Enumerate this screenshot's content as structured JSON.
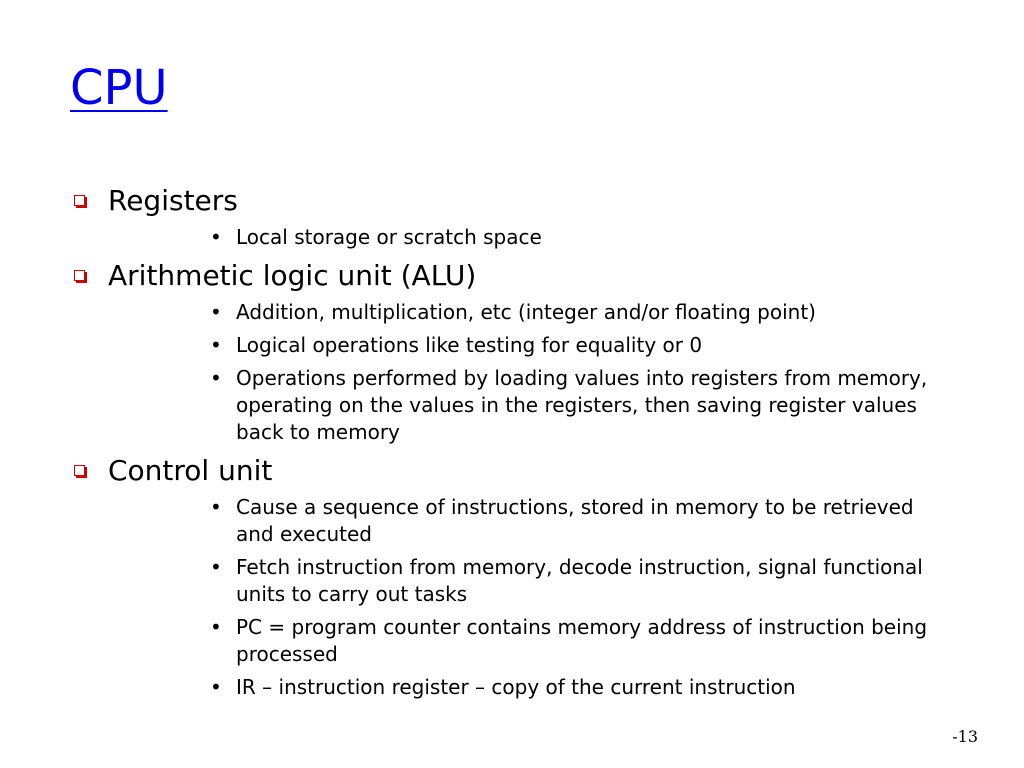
{
  "title": "CPU",
  "bullet_icon_color": "#cc0000",
  "title_color": "#0000ee",
  "sections": [
    {
      "heading": "Registers",
      "points": [
        "Local storage or scratch space"
      ]
    },
    {
      "heading": "Arithmetic logic unit (ALU)",
      "points": [
        "Addition, multiplication, etc (integer and/or floating point)",
        "Logical operations like testing for equality or 0",
        "Operations performed by loading values into registers from memory,  operating on the values in the registers, then saving register values back to memory"
      ]
    },
    {
      "heading": "Control unit",
      "points": [
        "Cause a sequence of instructions, stored in memory to be retrieved and executed",
        "Fetch instruction from memory, decode instruction, signal functional units to carry out tasks",
        "PC = program counter contains memory address of instruction being processed",
        "IR – instruction register – copy of the current instruction"
      ]
    }
  ],
  "page_number": "-13"
}
